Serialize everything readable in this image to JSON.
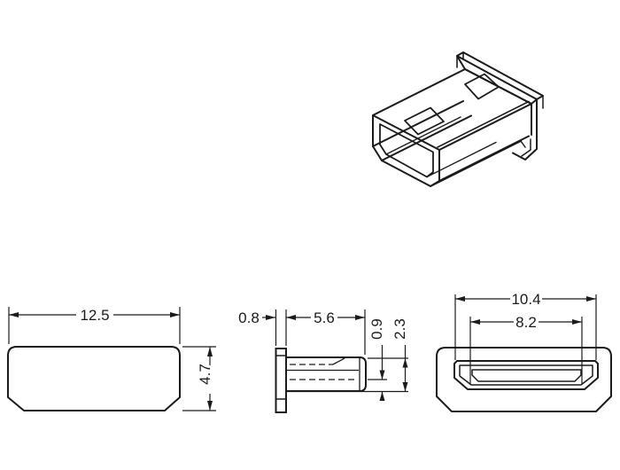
{
  "drawing": {
    "colors": {
      "line": "#1b1b1b",
      "background": "#ffffff"
    },
    "front_view": {
      "width_label": "12.5",
      "height_label": "4.7"
    },
    "side_view": {
      "flange_thickness_label": "0.8",
      "body_length_label": "5.6",
      "wall_label": "0.9",
      "body_height_label": "2.3"
    },
    "back_view": {
      "outer_width_label": "10.4",
      "opening_width_label": "8.2"
    }
  }
}
